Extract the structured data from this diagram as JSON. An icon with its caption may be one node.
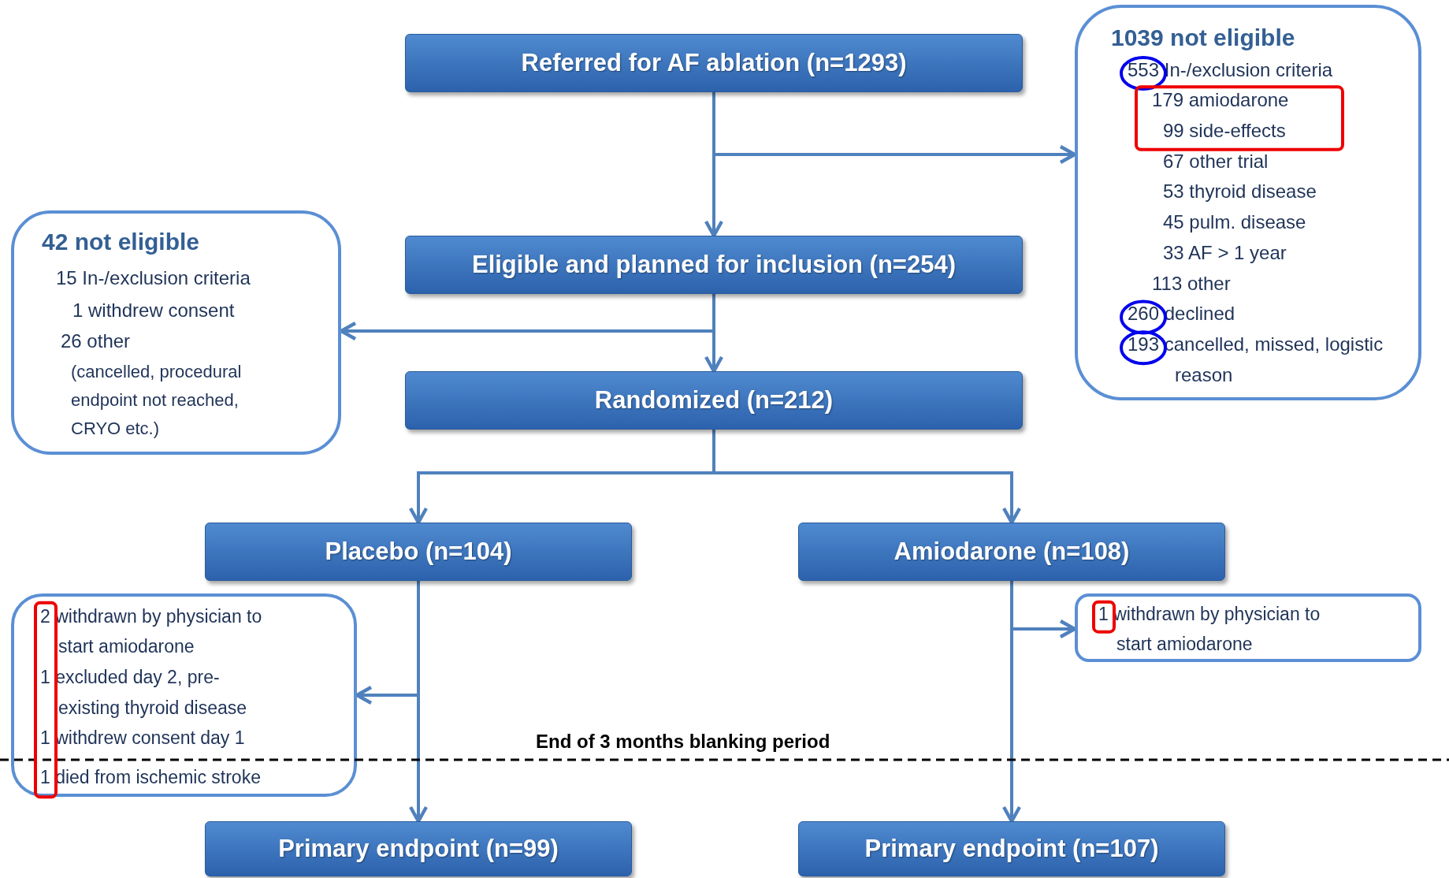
{
  "diagram": {
    "nodes": [
      {
        "text": [
          "Referred for AF ablation (n=1293)"
        ]
      },
      {
        "text": [
          "1039 not eligible",
          "553 In-/exclusion criteria",
          "179 amiodarone",
          "99 side-effects",
          "67 other trial",
          "53 thyroid disease",
          "45 pulm. disease",
          "33 AF > 1 year",
          "113 other",
          "260 declined",
          "193 cancelled, missed, logistic reason"
        ]
      },
      {
        "text": [
          "Eligible and planned for inclusion (n=254)"
        ]
      },
      {
        "text": [
          "42 not eligible",
          "15 In-/exclusion criteria",
          "1 withdrew consent",
          "26 other",
          "(cancelled, procedural endpoint not reached, CRYO etc.)"
        ]
      },
      {
        "text": [
          "Randomized (n=212)"
        ]
      },
      {
        "text": [
          "Placebo (n=104)"
        ]
      },
      {
        "text": [
          "Amiodarone (n=108)"
        ]
      },
      {
        "text": [
          "2 withdrawn by physician to start amiodarone",
          "1 excluded day 2, pre-existing thyroid disease",
          "1 withdrew consent day 1",
          "1 died from ischemic stroke"
        ]
      },
      {
        "text": [
          "1 withdrawn by physician to start amiodarone"
        ]
      },
      {
        "text": [
          "Primary endpoint (n=99)"
        ]
      },
      {
        "text": [
          "Primary endpoint (n=107)"
        ]
      }
    ],
    "edges": [
      {
        "from": 0,
        "to": 2,
        "arrow": "to"
      },
      {
        "from": 0,
        "to": 1,
        "arrow": "to"
      },
      {
        "from": 2,
        "to": 4,
        "arrow": "to"
      },
      {
        "from": 2,
        "to": 3,
        "arrow": "to"
      },
      {
        "from": 4,
        "to": 5,
        "arrow": "to"
      },
      {
        "from": 4,
        "to": 6,
        "arrow": "to"
      },
      {
        "from": 5,
        "to": 9,
        "arrow": "to"
      },
      {
        "from": 5,
        "to": 7,
        "arrow": "to"
      },
      {
        "from": 6,
        "to": 10,
        "arrow": "to"
      },
      {
        "from": 6,
        "to": 8,
        "arrow": "to"
      }
    ],
    "labels": [
      "End of 3 months blanking period"
    ]
  }
}
